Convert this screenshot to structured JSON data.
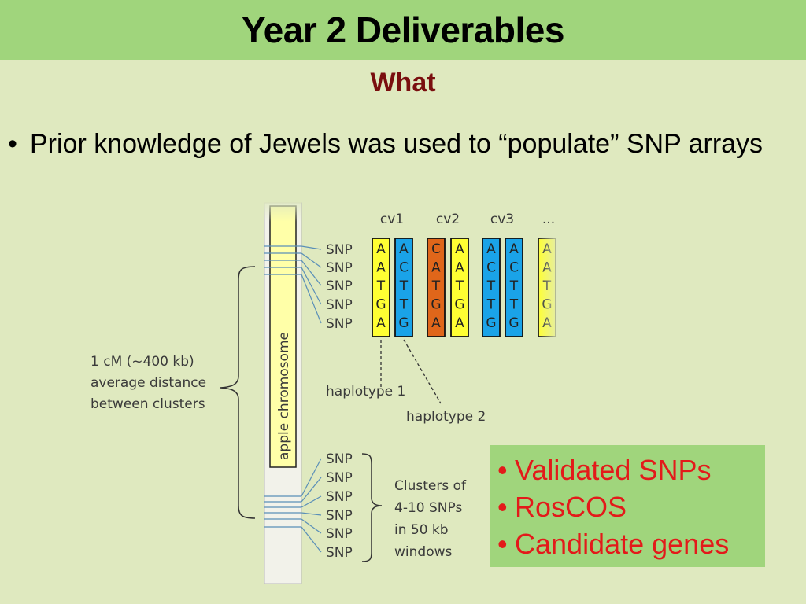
{
  "slide": {
    "title": "Year 2 Deliverables",
    "subtitle": "What",
    "bullet_glyph": "•",
    "bullet_text": "Prior knowledge of Jewels was used to “populate” SNP arrays"
  },
  "diagram": {
    "chromosome_label": "apple chromosome",
    "snp_label": "SNP",
    "cultivar_headers": [
      "cv1",
      "cv2",
      "cv3",
      "..."
    ],
    "columns": [
      {
        "letters": [
          "A",
          "A",
          "T",
          "G",
          "A"
        ],
        "color": "#ffff33"
      },
      {
        "letters": [
          "A",
          "C",
          "T",
          "T",
          "G"
        ],
        "color": "#1aa3e8"
      },
      {
        "letters": [
          "C",
          "A",
          "T",
          "G",
          "A"
        ],
        "color": "#e0661a"
      },
      {
        "letters": [
          "A",
          "A",
          "T",
          "G",
          "A"
        ],
        "color": "#ffff33"
      },
      {
        "letters": [
          "A",
          "C",
          "T",
          "T",
          "G"
        ],
        "color": "#1aa3e8"
      },
      {
        "letters": [
          "A",
          "C",
          "T",
          "T",
          "G"
        ],
        "color": "#1aa3e8"
      },
      {
        "letters": [
          "A",
          "A",
          "T",
          "G",
          "A"
        ],
        "color": "#ffff33"
      }
    ],
    "haplotype_1": "haplotype 1",
    "haplotype_2": "haplotype 2",
    "distance_label": [
      "1 cM (~400 kb)",
      "average distance",
      "between clusters"
    ],
    "cluster_label": [
      "Clusters of",
      "4-10 SNPs",
      "in 50 kb",
      "windows"
    ]
  },
  "highlights": {
    "items": [
      "Validated SNPs",
      "RosCOS",
      "Candidate genes"
    ],
    "text_color": "#e31a1a",
    "box_color": "#a0d57c"
  }
}
